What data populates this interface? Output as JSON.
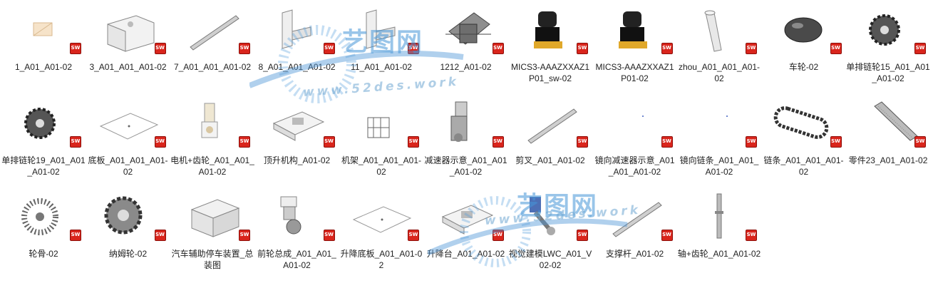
{
  "colors": {
    "sw_badge": "#d9251c",
    "label_text": "#222222",
    "watermark": "#4696d7"
  },
  "watermark": {
    "title": "艺图网",
    "url": "www.52des.work"
  },
  "files": [
    {
      "name": "1_A01_A01-02",
      "icon": "small-part-thumbnail"
    },
    {
      "name": "3_A01_A01_A01-02",
      "icon": "block-thumbnail"
    },
    {
      "name": "7_A01_A01_A01-02",
      "icon": "bar-thumbnail"
    },
    {
      "name": "8_A01_A01_A01-02",
      "icon": "bracket-thumbnail"
    },
    {
      "name": "11_A01_A01-02",
      "icon": "bracket-thumbnail"
    },
    {
      "name": "1212_A01-02",
      "icon": "frame-thumbnail"
    },
    {
      "name": "MICS3-AAAZXXAZ1P01_sw-02",
      "icon": "sensor-thumbnail"
    },
    {
      "name": "MICS3-AAAZXXAZ1P01-02",
      "icon": "sensor-thumbnail"
    },
    {
      "name": "zhou_A01_A01_A01-02",
      "icon": "shaft-thumbnail"
    },
    {
      "name": "车轮-02",
      "icon": "wheel-thumbnail"
    },
    {
      "name": "单排链轮15_A01_A01_A01-02",
      "icon": "sprocket-thumbnail"
    },
    {
      "name": "单排链轮19_A01_A01_A01-02",
      "icon": "sprocket-thumbnail"
    },
    {
      "name": "底板_A01_A01_A01-02",
      "icon": "plate-thumbnail"
    },
    {
      "name": "电机+齿轮_A01_A01_A01-02",
      "icon": "motor-thumbnail"
    },
    {
      "name": "顶升机构_A01-02",
      "icon": "platform-thumbnail"
    },
    {
      "name": "机架_A01_A01_A01-02",
      "icon": "cage-thumbnail"
    },
    {
      "name": "减速器示意_A01_A01_A01-02",
      "icon": "reducer-thumbnail"
    },
    {
      "name": "剪叉_A01_A01-02",
      "icon": "bar-thumbnail"
    },
    {
      "name": "镜向减速器示意_A01_A01_A01-02",
      "icon": "dot-thumbnail"
    },
    {
      "name": "镜向链条_A01_A01_A01-02",
      "icon": "dot-thumbnail"
    },
    {
      "name": "链条_A01_A01_A01-02",
      "icon": "chain-thumbnail"
    },
    {
      "name": "零件23_A01_A01-02",
      "icon": "rack-thumbnail"
    },
    {
      "name": "轮骨-02",
      "icon": "hub-thumbnail"
    },
    {
      "name": "纳姆轮-02",
      "icon": "mecanum-thumbnail"
    },
    {
      "name": "汽车辅助停车装置_总装图",
      "icon": "assembly-thumbnail"
    },
    {
      "name": "前轮总成_A01_A01_A01-02",
      "icon": "caster-thumbnail"
    },
    {
      "name": "升降底板_A01_A01-02",
      "icon": "plate-thumbnail"
    },
    {
      "name": "升降台_A01_A01-02",
      "icon": "platform-thumbnail"
    },
    {
      "name": "视觉建模LWC_A01_V02-02",
      "icon": "robot-arm-thumbnail"
    },
    {
      "name": "支撑杆_A01-02",
      "icon": "bar-thumbnail"
    },
    {
      "name": "轴+齿轮_A01_A01-02",
      "icon": "shaft-vertical-thumbnail"
    }
  ]
}
